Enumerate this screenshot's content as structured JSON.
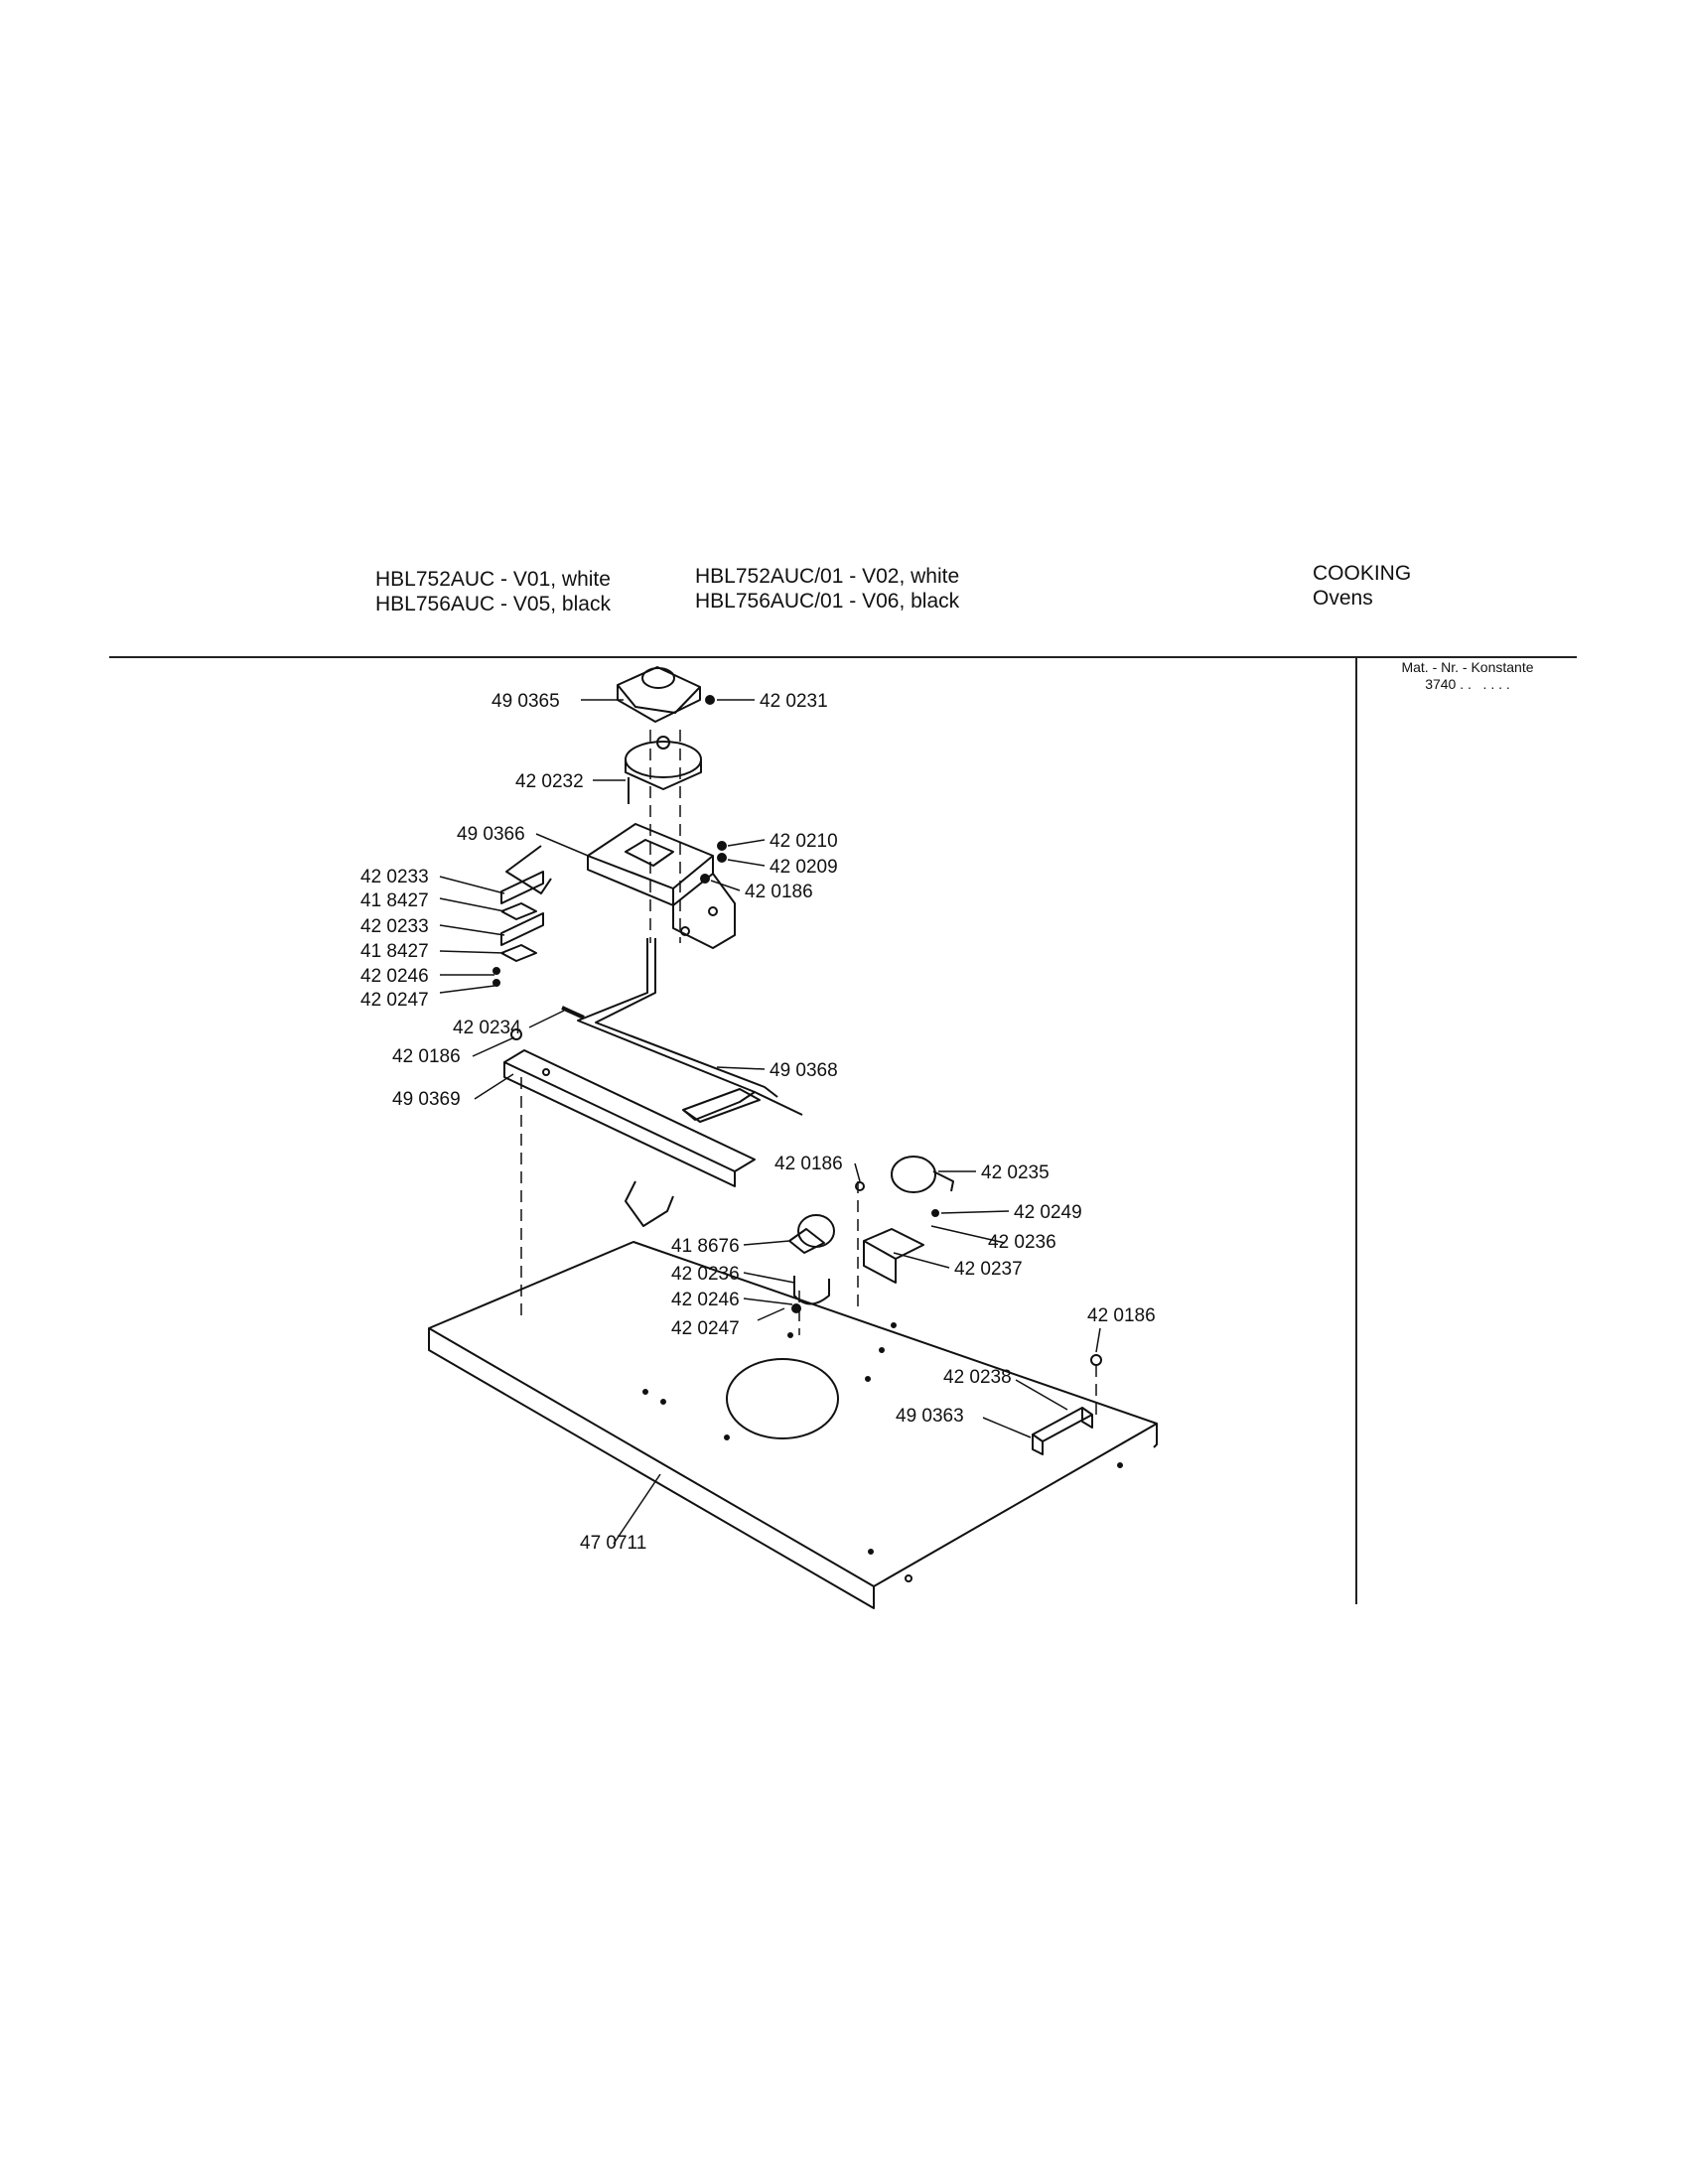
{
  "header": {
    "models_col1": [
      "HBL752AUC - V01, white",
      "HBL756AUC - V05, black"
    ],
    "models_col2": [
      "HBL752AUC/01 - V02, white",
      "HBL756AUC/01 - V06, black"
    ],
    "category": "COOKING",
    "subcategory": "Ovens"
  },
  "mat_nr": {
    "label": "Mat. - Nr. - Konstante",
    "value": "3740 . .   . . . ."
  },
  "part_labels": [
    "49 0365",
    "42 0231",
    "42 0232",
    "49 0366",
    "42 0210",
    "42 0209",
    "42 0186",
    "42 0233",
    "41 8427",
    "42 0233",
    "41 8427",
    "42 0246",
    "42 0247",
    "42 0234",
    "42 0186",
    "49 0368",
    "49 0369",
    "42 0186",
    "42 0235",
    "42 0249",
    "42 0236",
    "41 8676",
    "42 0237",
    "42 0236",
    "42 0246",
    "42 0247",
    "42 0186",
    "42 0238",
    "49 0363",
    "47 0711"
  ]
}
